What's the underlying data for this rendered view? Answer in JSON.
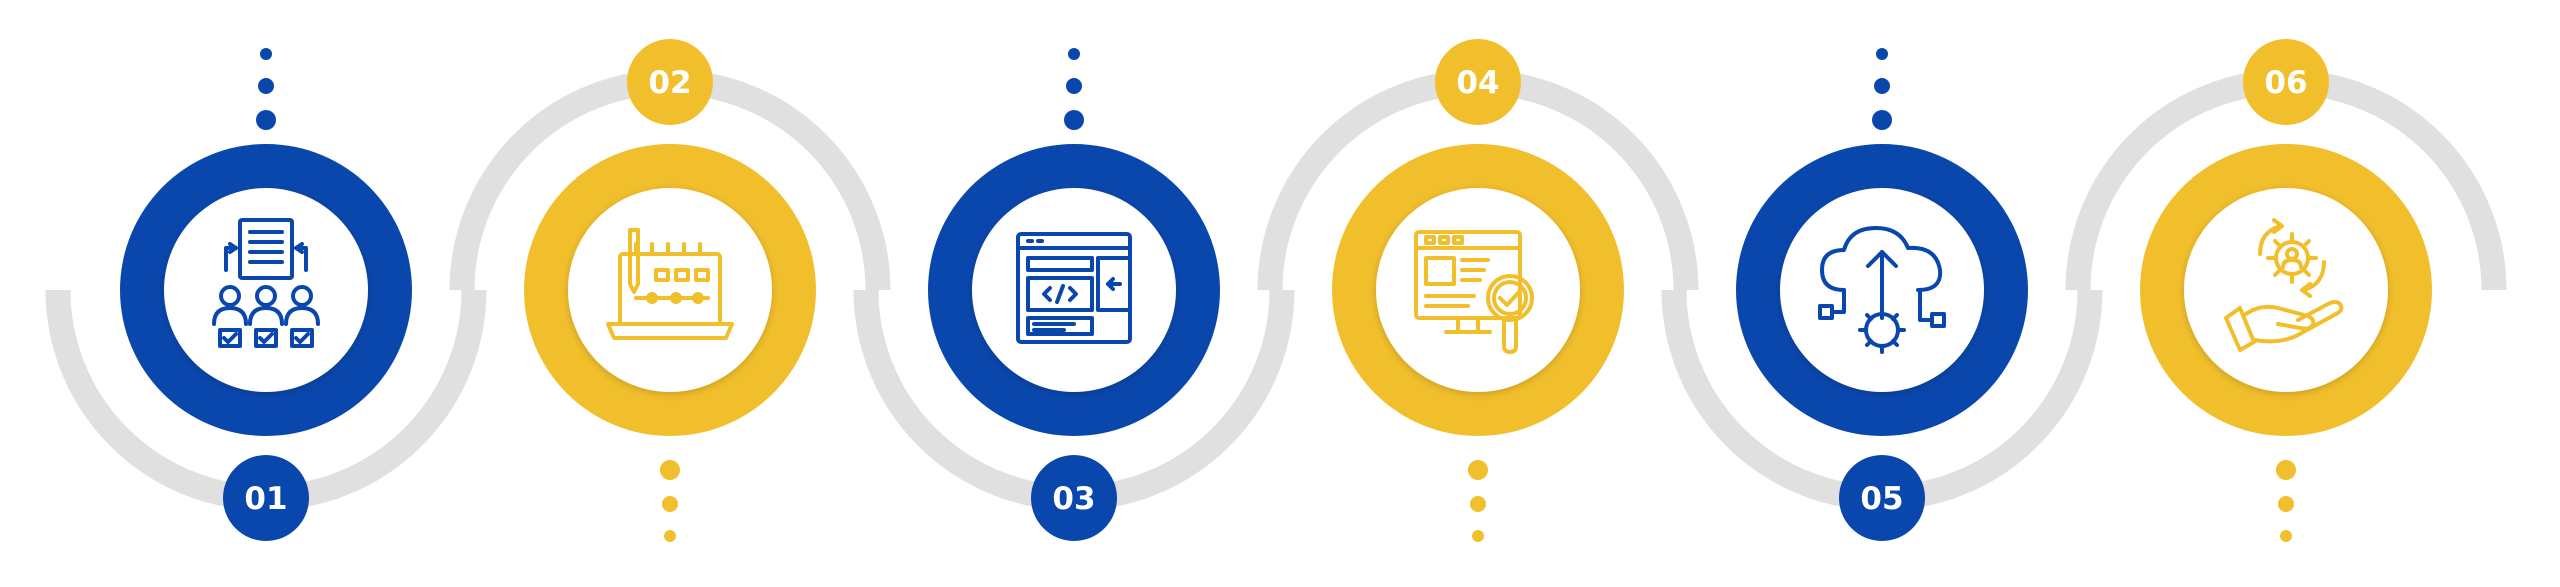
{
  "colors": {
    "blue": "#0A47AD",
    "yellow": "#F2BF2C",
    "track": "#E0E0E0",
    "inner": "#FFFFFF",
    "badge_text": "#FFFFFF"
  },
  "steps": [
    {
      "number": "01",
      "color": "blue",
      "icon": "team-document-review-icon"
    },
    {
      "number": "02",
      "color": "yellow",
      "icon": "laptop-pen-planning-icon"
    },
    {
      "number": "03",
      "color": "blue",
      "icon": "code-window-icon"
    },
    {
      "number": "04",
      "color": "yellow",
      "icon": "website-search-check-icon"
    },
    {
      "number": "05",
      "color": "blue",
      "icon": "cloud-upload-gear-icon"
    },
    {
      "number": "06",
      "color": "yellow",
      "icon": "hand-gear-person-icon"
    }
  ]
}
